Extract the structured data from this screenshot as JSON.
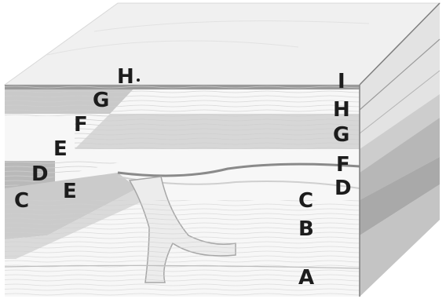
{
  "labels": {
    "front_left": [
      "C",
      "D",
      "E",
      "E",
      "F",
      "G",
      "H"
    ],
    "front_right": [
      "A",
      "B",
      "C"
    ],
    "side_right": [
      "D",
      "F",
      "G",
      "H",
      "I"
    ]
  }
}
